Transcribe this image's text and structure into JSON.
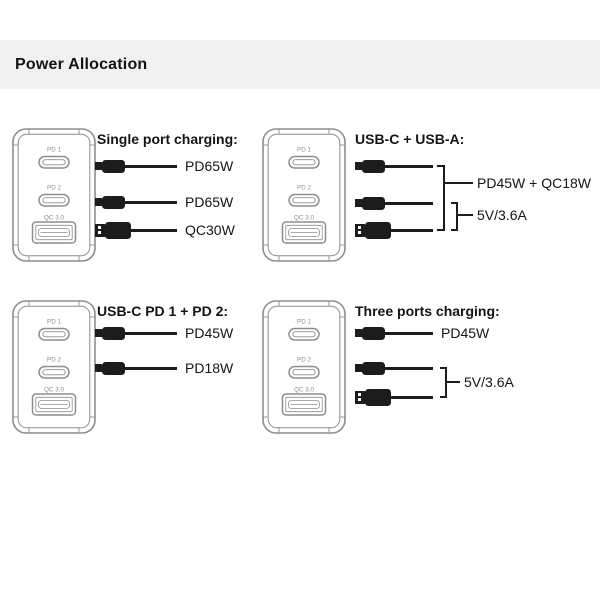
{
  "header": {
    "title": "Power Allocation"
  },
  "charger": {
    "ports": {
      "pd1": "PD 1",
      "pd2": "PD 2",
      "qc": "QC 3.0"
    }
  },
  "panels": {
    "single_port": {
      "title": "Single port charging:",
      "cables": [
        {
          "connector": "usb-c",
          "output": "PD65W"
        },
        {
          "connector": "usb-c",
          "output": "PD65W"
        },
        {
          "connector": "usb-a",
          "output": "QC30W"
        }
      ]
    },
    "usbc_usba": {
      "title": "USB-C + USB-A:",
      "cables": [
        {
          "connector": "usb-c"
        },
        {
          "connector": "usb-c"
        },
        {
          "connector": "usb-a"
        }
      ],
      "groups": [
        {
          "output": "PD45W + QC18W"
        },
        {
          "output": "5V/3.6A"
        }
      ]
    },
    "pd1_pd2": {
      "title": "USB-C PD 1 + PD 2:",
      "cables": [
        {
          "connector": "usb-c",
          "output": "PD45W"
        },
        {
          "connector": "usb-c",
          "output": "PD18W"
        }
      ]
    },
    "three_ports": {
      "title": "Three ports charging:",
      "cables": [
        {
          "connector": "usb-c",
          "output": "PD45W"
        },
        {
          "connector": "usb-c"
        },
        {
          "connector": "usb-a"
        }
      ],
      "groups": [
        {
          "output": "5V/3.6A"
        }
      ]
    }
  },
  "colors": {
    "header_bg": "#f1f1f1",
    "ink": "#1c1c1c",
    "charger_outline": "#8e8e8e",
    "background": "#ffffff"
  }
}
